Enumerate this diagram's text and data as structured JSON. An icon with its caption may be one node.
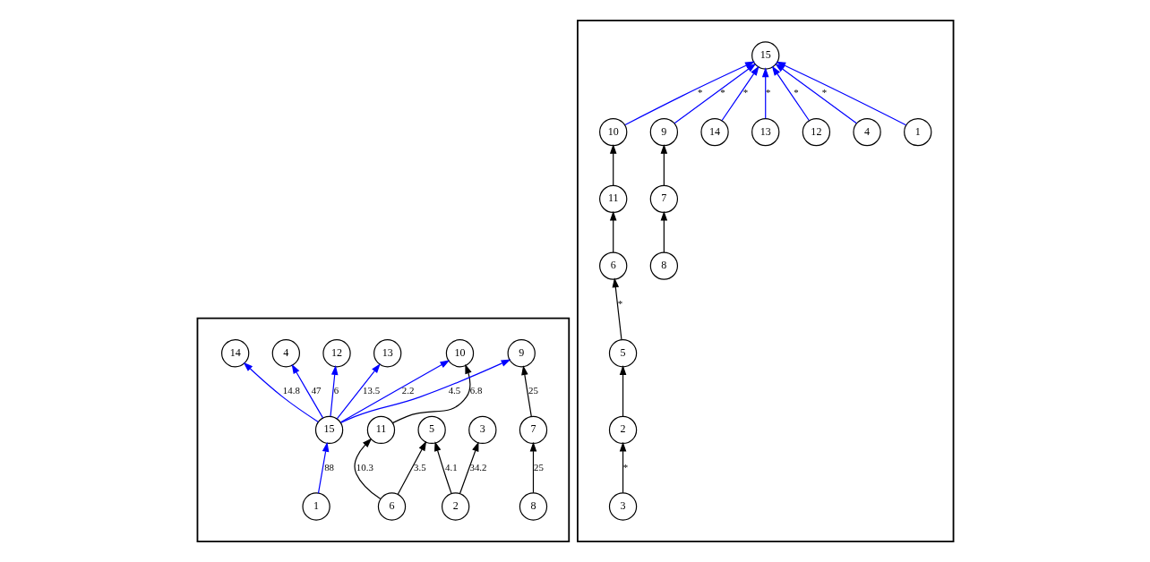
{
  "diagram": {
    "nodes": [
      {
        "text": [],
        "shape": "box"
      },
      {
        "text": [
          "1"
        ],
        "in": 0
      },
      {
        "text": [
          "2"
        ],
        "in": 0
      },
      {
        "text": [
          "3"
        ],
        "in": 0
      },
      {
        "text": [
          "4"
        ],
        "in": 0
      },
      {
        "text": [
          "5"
        ],
        "in": 0
      },
      {
        "text": [
          "6"
        ],
        "in": 0
      },
      {
        "text": [
          "7"
        ],
        "in": 0
      },
      {
        "text": [
          "8"
        ],
        "in": 0
      },
      {
        "text": [
          "9"
        ],
        "in": 0
      },
      {
        "text": [
          "10"
        ],
        "in": 0
      },
      {
        "text": [
          "11"
        ],
        "in": 0
      },
      {
        "text": [
          "12"
        ],
        "in": 0
      },
      {
        "text": [
          "13"
        ],
        "in": 0
      },
      {
        "text": [
          "14"
        ],
        "in": 0
      },
      {
        "text": [
          "15"
        ],
        "in": 0
      },
      {
        "text": [],
        "shape": "box"
      },
      {
        "text": [
          "15"
        ],
        "in": 16
      },
      {
        "text": [
          "1"
        ],
        "in": 16
      },
      {
        "text": [
          "4"
        ],
        "in": 16
      },
      {
        "text": [
          "9"
        ],
        "in": 16
      },
      {
        "text": [
          "10"
        ],
        "in": 16
      },
      {
        "text": [
          "12"
        ],
        "in": 16
      },
      {
        "text": [
          "13"
        ],
        "in": 16
      },
      {
        "text": [
          "14"
        ],
        "in": 16
      },
      {
        "text": [
          "7"
        ],
        "in": 16
      },
      {
        "text": [
          "11"
        ],
        "in": 16
      },
      {
        "text": [
          "8"
        ],
        "in": 16
      },
      {
        "text": [
          "6"
        ],
        "in": 16
      },
      {
        "text": [
          "5"
        ],
        "in": 16
      },
      {
        "text": [
          "2"
        ],
        "in": 16
      },
      {
        "text": [
          "3"
        ],
        "in": 16
      }
    ],
    "edges": [
      {
        "from": 1,
        "to": 15,
        "arrow": "to",
        "label": "88",
        "color": "#0000ff"
      },
      {
        "from": 15,
        "to": 12,
        "arrow": "to",
        "label": "6",
        "color": "#0000ff"
      },
      {
        "from": 15,
        "to": 13,
        "arrow": "to",
        "label": "13.5",
        "color": "#0000ff"
      },
      {
        "from": 15,
        "to": 14,
        "arrow": "to",
        "label": "14.8",
        "color": "#0000ff"
      },
      {
        "from": 15,
        "to": 10,
        "arrow": "to",
        "label": "2.2",
        "color": "#0000ff"
      },
      {
        "from": 15,
        "to": 9,
        "arrow": "to",
        "label": "4.5",
        "color": "#0000ff"
      },
      {
        "from": 15,
        "to": 4,
        "arrow": "to",
        "label": "47",
        "color": "#0000ff"
      },
      {
        "from": 6,
        "to": 11,
        "arrow": "to",
        "label": "10.3",
        "color": "#000000"
      },
      {
        "from": 11,
        "to": 10,
        "arrow": "to",
        "label": "6.8",
        "color": "#000000"
      },
      {
        "from": 6,
        "to": 5,
        "arrow": "to",
        "label": "3.5",
        "color": "#000000"
      },
      {
        "from": 7,
        "to": 9,
        "arrow": "to",
        "label": "25",
        "color": "#000000"
      },
      {
        "from": 8,
        "to": 7,
        "arrow": "to",
        "label": "25",
        "color": "#000000"
      },
      {
        "from": 2,
        "to": 5,
        "arrow": "to",
        "label": "4.1",
        "color": "#000000"
      },
      {
        "from": 2,
        "to": 3,
        "arrow": "to",
        "label": "34.2",
        "color": "#000000"
      },
      {
        "from": 18,
        "to": 17,
        "arrow": "to",
        "color": "#0000ff"
      },
      {
        "from": 19,
        "to": 17,
        "arrow": "to",
        "label": "*",
        "color": "#0000ff"
      },
      {
        "from": 20,
        "to": 17,
        "arrow": "to",
        "label": "*",
        "color": "#0000ff"
      },
      {
        "from": 21,
        "to": 17,
        "arrow": "to",
        "label": "*",
        "color": "#0000ff"
      },
      {
        "from": 22,
        "to": 17,
        "arrow": "to",
        "label": "*",
        "color": "#0000ff"
      },
      {
        "from": 23,
        "to": 17,
        "arrow": "to",
        "label": "*",
        "color": "#0000ff"
      },
      {
        "from": 24,
        "to": 17,
        "arrow": "to",
        "label": "*",
        "color": "#0000ff"
      },
      {
        "from": 25,
        "to": 20,
        "arrow": "to",
        "color": "#000000"
      },
      {
        "from": 26,
        "to": 21,
        "arrow": "to",
        "color": "#000000"
      },
      {
        "from": 27,
        "to": 25,
        "arrow": "to",
        "color": "#000000"
      },
      {
        "from": 28,
        "to": 26,
        "arrow": "to",
        "color": "#000000"
      },
      {
        "from": 29,
        "to": 28,
        "arrow": "to",
        "label": "*",
        "color": "#000000"
      },
      {
        "from": 30,
        "to": 29,
        "arrow": "to",
        "color": "#000000"
      },
      {
        "from": 31,
        "to": 30,
        "arrow": "to",
        "label": "*",
        "color": "#000000"
      }
    ]
  }
}
